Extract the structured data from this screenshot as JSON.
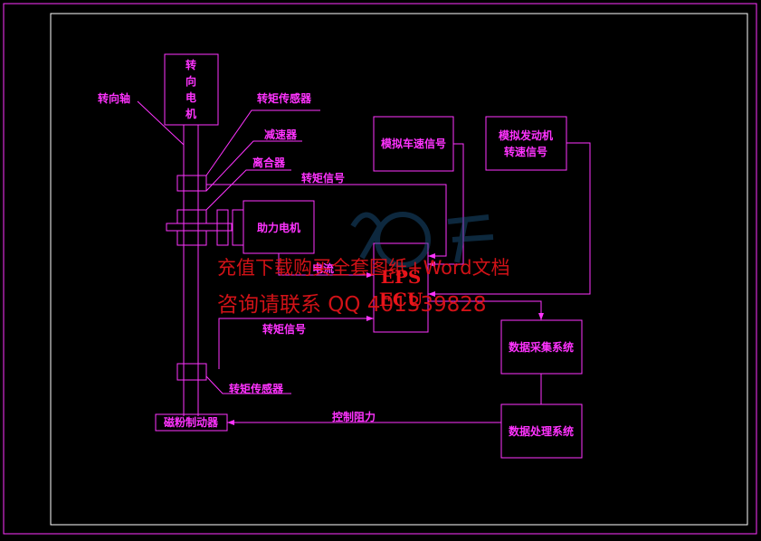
{
  "diagram": {
    "motor_vertical": [
      "转",
      "向",
      "电",
      "机"
    ],
    "steering_shaft": "转向轴",
    "torque_sensor_top": "转矩传感器",
    "reducer": "减速器",
    "clutch": "离合器",
    "torque_signal_top": "转矩信号",
    "assist_motor": "助力电机",
    "current": "电流",
    "ecu_title": "EPS",
    "ecu_sub": "ECU",
    "torque_signal_bottom": "转矩信号",
    "torque_sensor_bottom": "转矩传感器",
    "magnetic_brake": "磁粉制动器",
    "control_resistance": "控制阻力",
    "sim_speed": "模拟车速信号",
    "sim_engine_l1": "模拟发动机",
    "sim_engine_l2": "转速信号",
    "data_acq": "数据采集系统",
    "data_proc": "数据处理系统"
  },
  "watermark": {
    "line1": "充值下载购买全套图纸+Word文档",
    "line2": "咨询请联系 QQ 401339828"
  },
  "colors": {
    "line": "#ff33ff",
    "background": "#000000",
    "frame": "#ffffff",
    "watermark": "#e8141a"
  }
}
